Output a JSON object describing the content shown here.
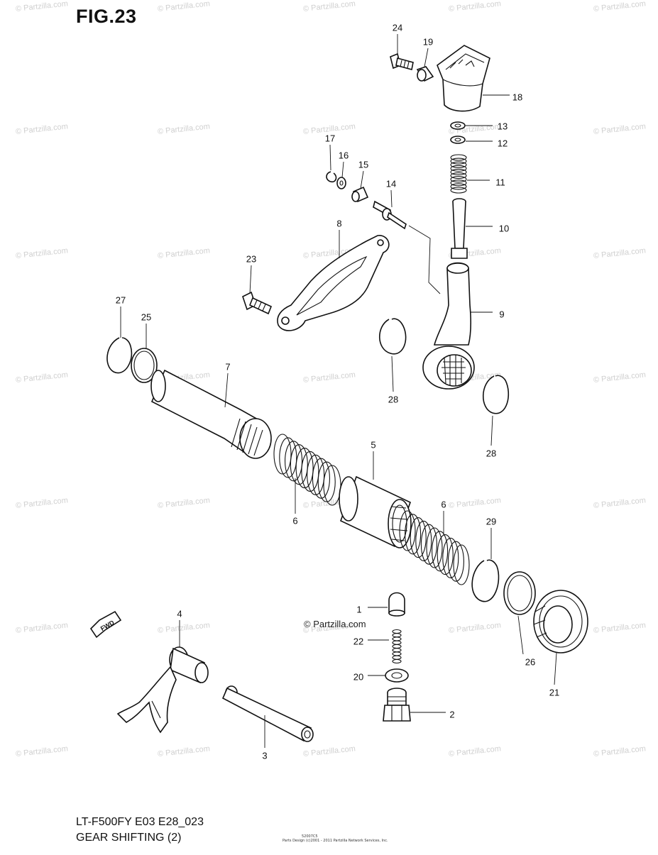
{
  "figure_title": "FIG.23",
  "model_code": "LT-F500FY E03 E28_023",
  "section_name": "GEAR SHIFTING (2)",
  "watermark_text": "© Partzilla.com",
  "fine_print_code": "52007C5",
  "fine_print_credit": "Parts Design (c)2001 - 2011 Partzilla Network Services, Inc.",
  "fwd_label": "FWD",
  "callouts": [
    {
      "id": "c24",
      "text": "24"
    },
    {
      "id": "c19",
      "text": "19"
    },
    {
      "id": "c18",
      "text": "18"
    },
    {
      "id": "c13",
      "text": "13"
    },
    {
      "id": "c12",
      "text": "12"
    },
    {
      "id": "c11",
      "text": "11"
    },
    {
      "id": "c10",
      "text": "10"
    },
    {
      "id": "c17",
      "text": "17"
    },
    {
      "id": "c16",
      "text": "16"
    },
    {
      "id": "c15",
      "text": "15"
    },
    {
      "id": "c14",
      "text": "14"
    },
    {
      "id": "c8",
      "text": "8"
    },
    {
      "id": "c23",
      "text": "23"
    },
    {
      "id": "c9",
      "text": "9"
    },
    {
      "id": "c27",
      "text": "27"
    },
    {
      "id": "c25",
      "text": "25"
    },
    {
      "id": "c7",
      "text": "7"
    },
    {
      "id": "c28a",
      "text": "28"
    },
    {
      "id": "c28b",
      "text": "28"
    },
    {
      "id": "c5",
      "text": "5"
    },
    {
      "id": "c6a",
      "text": "6"
    },
    {
      "id": "c6b",
      "text": "6"
    },
    {
      "id": "c29",
      "text": "29"
    },
    {
      "id": "c1",
      "text": "1"
    },
    {
      "id": "c4",
      "text": "4"
    },
    {
      "id": "c22",
      "text": "22"
    },
    {
      "id": "c20",
      "text": "20"
    },
    {
      "id": "c2",
      "text": "2"
    },
    {
      "id": "c26",
      "text": "26"
    },
    {
      "id": "c21",
      "text": "21"
    },
    {
      "id": "c3",
      "text": "3"
    }
  ]
}
